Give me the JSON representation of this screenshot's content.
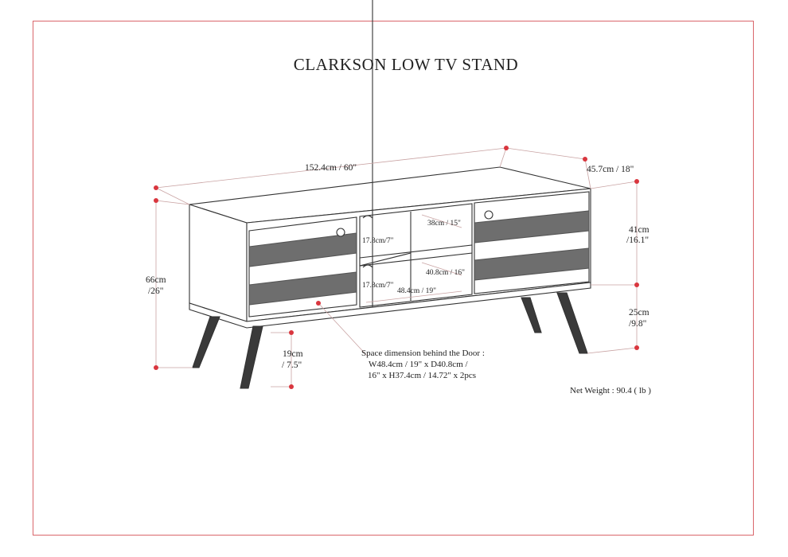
{
  "title": "CLARKSON LOW TV STAND",
  "dimensions": {
    "width": "152.4cm / 60\"",
    "depth": "45.7cm / 18\"",
    "height_total_cm": "66cm",
    "height_total_in": "/26\"",
    "body_height_cm": "41cm",
    "body_height_in": "/16.1\"",
    "leg_height_cm": "25cm",
    "leg_height_in": "/9.8\"",
    "clearance_cm": "19cm",
    "clearance_in": "/ 7.5\"",
    "shelf_depth": "38cm / 15\"",
    "upper_opening": "17.8cm/7\"",
    "lower_opening": "17.8cm/7\"",
    "inner_depth": "40.8cm / 16\"",
    "inner_width": "48.4cm / 19\""
  },
  "notes": {
    "door_space_line1": "Space dimension behind the Door :",
    "door_space_line2": "W48.4cm / 19\" x D40.8cm /",
    "door_space_line3": "16\" x H37.4cm / 14.72\" x 2pcs",
    "net_weight": "Net Weight : 90.4 ( lb )"
  },
  "colors": {
    "frame": "#d9666b",
    "dim_dot": "#d9363e",
    "line": "#333333",
    "slat": "#6e6e6e"
  }
}
